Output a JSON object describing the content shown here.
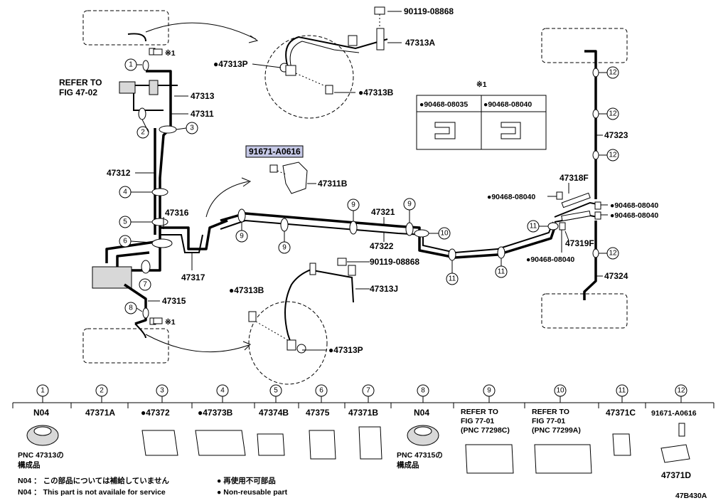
{
  "diagram": {
    "code": "47B430A",
    "refer_fig": "REFER TO\nFIG 47-02",
    "refer_line1": "REFER TO",
    "refer_line2": "FIG 47-02",
    "note_marker": "※1",
    "highlighted_part": "91671-A0616"
  },
  "callouts": {
    "p90119_top": "90119-08868",
    "p47313A": "47313A",
    "p47313P_top": "●47313P",
    "p47313B_top": "●47313B",
    "p47313": "47313",
    "p47311": "47311",
    "p47312": "47312",
    "p47316": "47316",
    "p47317": "47317",
    "p47315": "47315",
    "p47311B": "47311B",
    "p47321": "47321",
    "p47322": "47322",
    "p90119_mid": "90119-08868",
    "p47313J": "47313J",
    "p47313B_bot": "●47313B",
    "p47313P_bot": "●47313P",
    "p47323": "47323",
    "p47318F": "47318F",
    "p47319F": "47319F",
    "p47324": "47324",
    "p90468_a": "●90468-08040",
    "p90468_b": "●90468-08040",
    "p90468_c": "●90468-08040",
    "p90468_d": "●90468-08040"
  },
  "note_table": {
    "marker": "※1",
    "col1": "●90468-08035",
    "col2": "●90468-08040"
  },
  "legend": [
    {
      "num": "1",
      "part": "N04",
      "note1": "PNC 47313の",
      "note2": "構成品"
    },
    {
      "num": "2",
      "part": "47371A"
    },
    {
      "num": "3",
      "part": "●47372"
    },
    {
      "num": "4",
      "part": "●47373B"
    },
    {
      "num": "5",
      "part": "47374B"
    },
    {
      "num": "6",
      "part": "47375"
    },
    {
      "num": "7",
      "part": "47371B"
    },
    {
      "num": "8",
      "part": "N04",
      "note1": "PNC 47315の",
      "note2": "構成品"
    },
    {
      "num": "9",
      "part": "REFER TO",
      "part2": "FIG 77-01",
      "part3": "(PNC 77298C)"
    },
    {
      "num": "10",
      "part": "REFER TO",
      "part2": "FIG 77-01",
      "part3": "(PNC 77299A)"
    },
    {
      "num": "11",
      "part": "47371C"
    },
    {
      "num": "12",
      "part": "91671-A0616",
      "part2": "47371D"
    }
  ],
  "footnotes": {
    "jp_service": "N04 ： この部品については補給していません",
    "en_service": "N04 ： This part is not availale for service",
    "jp_nonreuse": "● 再使用不可部品",
    "en_nonreuse": "● Non-reusable part"
  }
}
